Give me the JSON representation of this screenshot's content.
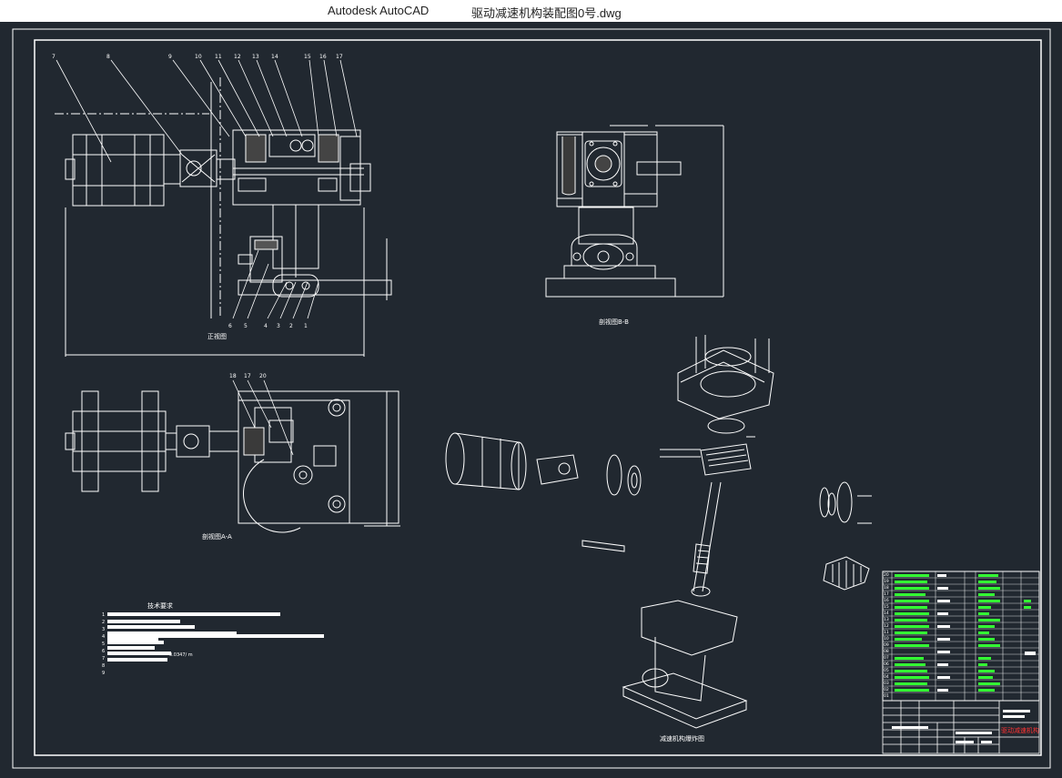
{
  "window": {
    "app_name": "Autodesk AutoCAD",
    "file_name": "驱动减速机构装配图0号.dwg"
  },
  "colors": {
    "background": "#212830",
    "line": "#ffffff",
    "bom_text": "#33ff33",
    "title_red": "#ff3333"
  },
  "views": {
    "front": "正视图",
    "left": "剖视图B-B",
    "section": "剖视图A-A",
    "exploded": "减速机构爆炸图"
  },
  "balloons_top": [
    "7",
    "8",
    "9",
    "10",
    "11",
    "12",
    "13",
    "14",
    "15",
    "16",
    "17"
  ],
  "balloons_bottom": [
    "6",
    "5",
    "4",
    "3",
    "2",
    "1"
  ],
  "balloons_section": [
    "18",
    "17",
    "20"
  ],
  "tech_requirements": {
    "title": "技术要求",
    "numbers": [
      "1",
      "2",
      "3",
      "4",
      "5",
      "6",
      "7",
      "8",
      "9"
    ],
    "note": "0.0347/ m"
  },
  "bom_numbers": [
    "20",
    "19",
    "18",
    "17",
    "16",
    "15",
    "14",
    "13",
    "12",
    "11",
    "10",
    "09",
    "08",
    "07",
    "06",
    "05",
    "04",
    "03",
    "02",
    "01"
  ],
  "title_block": {
    "drawing_name": "驱动减速机构"
  }
}
